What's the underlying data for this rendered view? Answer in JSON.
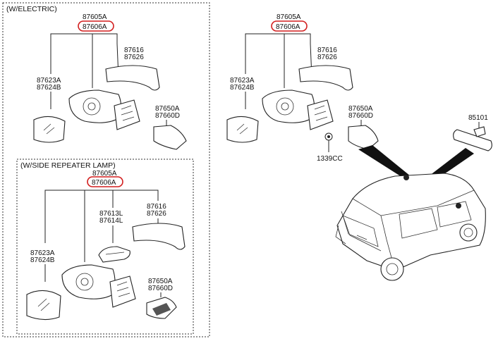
{
  "sections": {
    "electric": {
      "title": "(W/ELECTRIC)",
      "assembly_code": "87605A",
      "assembly_code_highlighted": "87606A",
      "cover_codes": [
        "87616",
        "87626"
      ],
      "glass_codes": [
        "87623A",
        "87624B"
      ],
      "cap_codes": [
        "87650A",
        "87660D"
      ]
    },
    "repeater": {
      "title": "(W/SIDE REPEATER LAMP)",
      "assembly_code": "87605A",
      "assembly_code_highlighted": "87606A",
      "lamp_codes": [
        "87613L",
        "87614L"
      ],
      "cover_codes": [
        "87616",
        "87626"
      ],
      "glass_codes": [
        "87623A",
        "87624B"
      ],
      "cap_codes": [
        "87650A",
        "87660D"
      ]
    },
    "standard": {
      "assembly_code": "87605A",
      "assembly_code_highlighted": "87606A",
      "cover_codes": [
        "87616",
        "87626"
      ],
      "glass_codes": [
        "87623A",
        "87624B"
      ],
      "cap_codes": [
        "87650A",
        "87660D"
      ],
      "bolt_code": "1339CC",
      "inside_mirror_code": "85101"
    }
  },
  "colors": {
    "highlight": "#d21f1f",
    "line": "#222222"
  }
}
